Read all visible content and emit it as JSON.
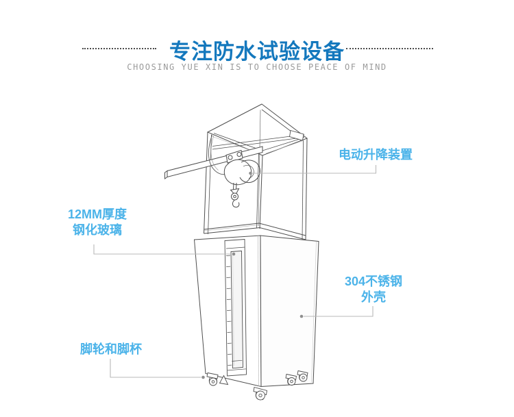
{
  "header": {
    "title": "专注防水试验设备",
    "subtitle": "CHOOSING YUE XIN IS TO CHOOSE PEACE OF MIND"
  },
  "callouts": {
    "lift": {
      "label": "电动升降装置"
    },
    "glass": {
      "line1": "12MM厚度",
      "line2": "钢化玻璃"
    },
    "shell": {
      "line1": "304不锈钢",
      "line2": "外壳"
    },
    "casters": {
      "label": "脚轮和脚杯"
    }
  },
  "colors": {
    "title_blue": "#1478bd",
    "callout_blue": "#4bb3e9",
    "subtitle_gray": "#9a9a9a",
    "leader_gray": "#b9b9b9",
    "drawing_line_gray": "#4e4e4e"
  }
}
